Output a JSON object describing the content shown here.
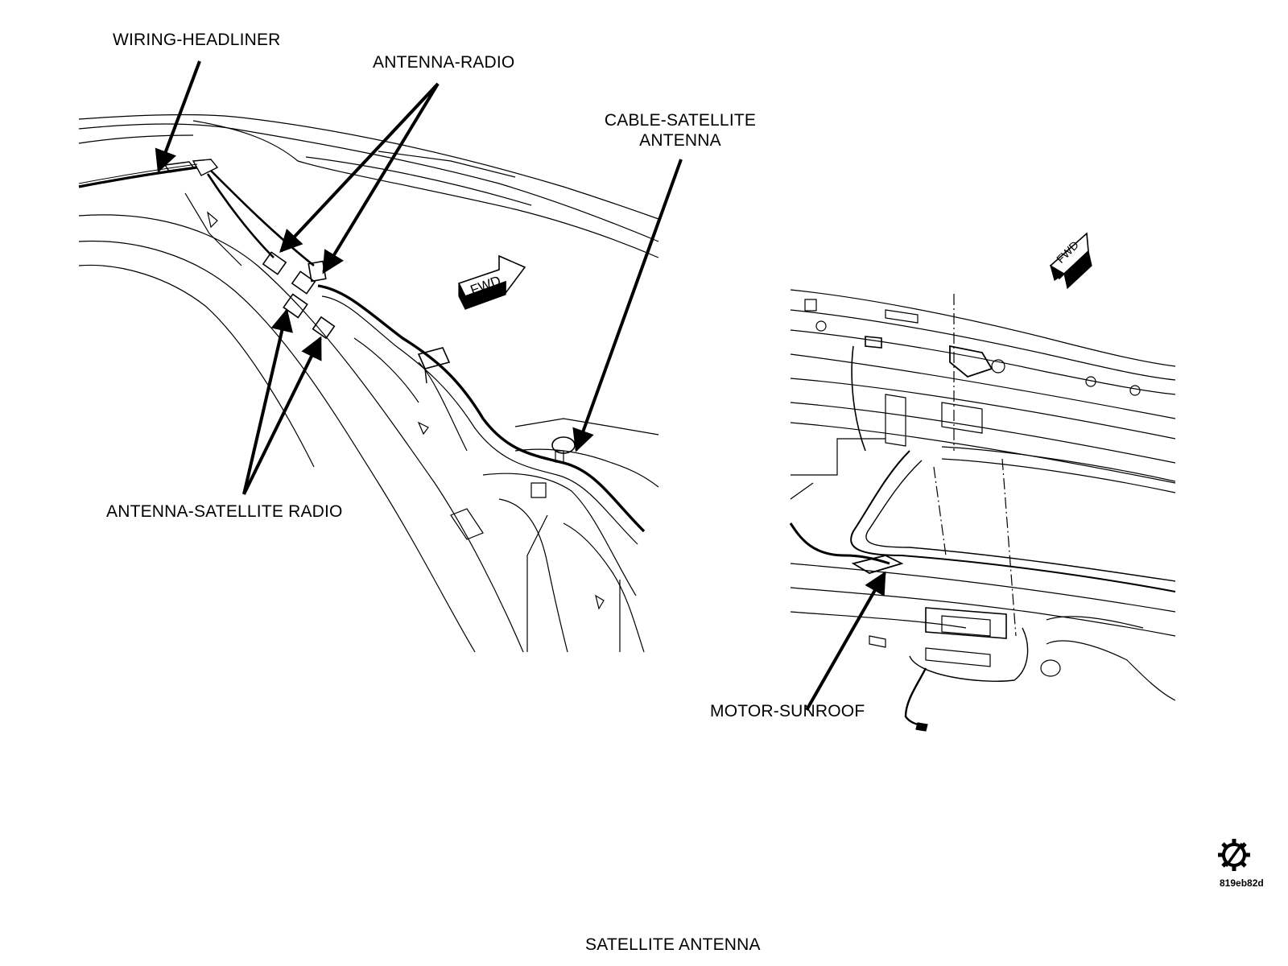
{
  "labels": {
    "wiring_headliner": "WIRING-HEADLINER",
    "antenna_radio": "ANTENNA-RADIO",
    "cable_satellite_line1": "CABLE-SATELLITE",
    "cable_satellite_line2": "ANTENNA",
    "antenna_satellite_radio": "ANTENNA-SATELLITE RADIO",
    "motor_sunroof": "MOTOR-SUNROOF"
  },
  "arrows": {
    "fwd_left": "FWD",
    "fwd_right": "FWD"
  },
  "caption": "SATELLITE ANTENNA",
  "figure_code": "819eb82d",
  "icon": "service-gear-icon"
}
